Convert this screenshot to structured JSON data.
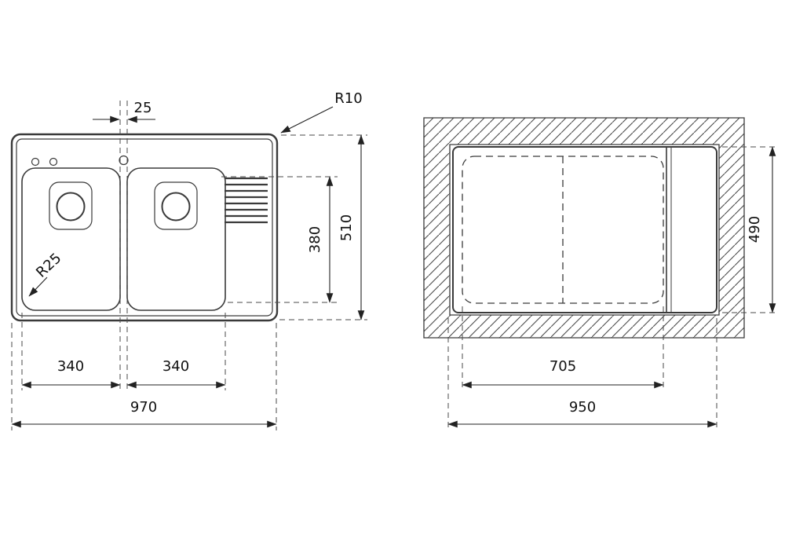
{
  "drawing": {
    "background": "#ffffff",
    "line_color": "#3a3a3a",
    "plan_view": {
      "dim_divider_gap": "25",
      "dim_corner_radius": "R10",
      "dim_bowl_depth": "380",
      "dim_overall_depth": "510",
      "dim_left_bowl_width": "340",
      "dim_right_bowl_width": "340",
      "dim_overall_width": "970",
      "dim_bowl_corner_radius": "R25"
    },
    "cutout_view": {
      "dim_cutout_depth": "490",
      "dim_bowl_span": "705",
      "dim_cutout_width": "950"
    }
  }
}
